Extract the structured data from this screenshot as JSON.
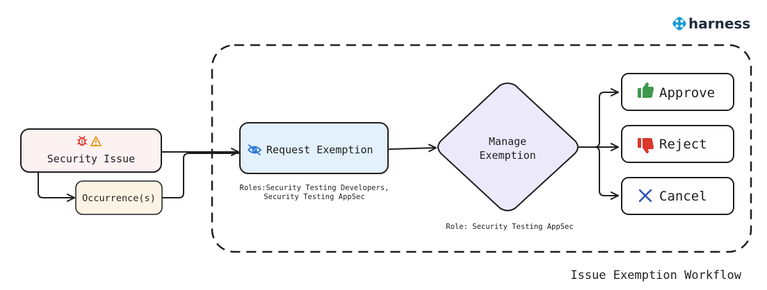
{
  "brand": {
    "name": "harness",
    "icon": "harness-logo-icon"
  },
  "caption": "Issue Exemption Workflow",
  "nodes": {
    "security_issue": {
      "label": "Security Issue",
      "icons": [
        "bug-icon",
        "warning-icon"
      ],
      "fill": "#fdf2f2",
      "stroke": "#1e1e1e"
    },
    "occurrences": {
      "label": "Occurrence(s)",
      "fill": "#fdf3e4"
    },
    "request_exemption": {
      "label": "Request Exemption",
      "icon": "eye-slash-icon",
      "fill": "#e3f1fc"
    },
    "manage_exemption": {
      "label_line1": "Manage",
      "label_line2": "Exemption",
      "fill": "#ece9fb"
    },
    "approve": {
      "label": "Approve",
      "icon": "thumbs-up-icon",
      "icon_color": "#3d9a4b"
    },
    "reject": {
      "label": "Reject",
      "icon": "thumbs-down-icon",
      "icon_color": "#d9382b"
    },
    "cancel": {
      "label": "Cancel",
      "icon": "close-icon",
      "icon_color": "#2a4fb3"
    }
  },
  "roles": {
    "request_line1": "Roles:Security Testing Developers,",
    "request_line2": "Security Testing AppSec",
    "manage": "Role: Security Testing AppSec"
  }
}
